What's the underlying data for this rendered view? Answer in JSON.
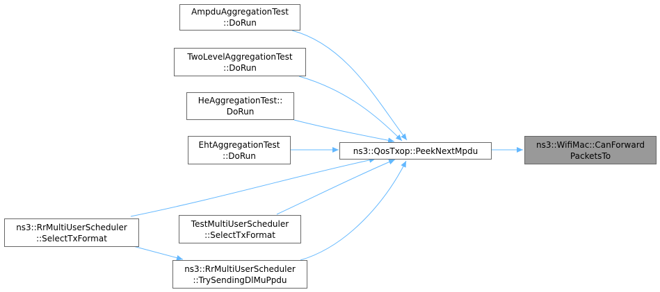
{
  "colors": {
    "edge": "#63b8ff",
    "node_border": "#666666",
    "root_fill": "#999999",
    "node_fill": "#ffffff"
  },
  "nodes": {
    "ampdu": {
      "line1": "AmpduAggregationTest",
      "line2": "::DoRun"
    },
    "twolevel": {
      "line1": "TwoLevelAggregationTest",
      "line2": "::DoRun"
    },
    "he": {
      "line1": "HeAggregationTest::",
      "line2": "DoRun"
    },
    "eht": {
      "line1": "EhtAggregationTest",
      "line2": "::DoRun"
    },
    "peek": {
      "line1": "ns3::QosTxop::PeekNextMpdu"
    },
    "root": {
      "line1": "ns3::WifiMac::CanForward",
      "line2": "PacketsTo"
    },
    "rrselect": {
      "line1": "ns3::RrMultiUserScheduler",
      "line2": "::SelectTxFormat"
    },
    "testmu": {
      "line1": "TestMultiUserScheduler",
      "line2": "::SelectTxFormat"
    },
    "rrtry": {
      "line1": "ns3::RrMultiUserScheduler",
      "line2": "::TrySendingDlMuPpdu"
    }
  }
}
